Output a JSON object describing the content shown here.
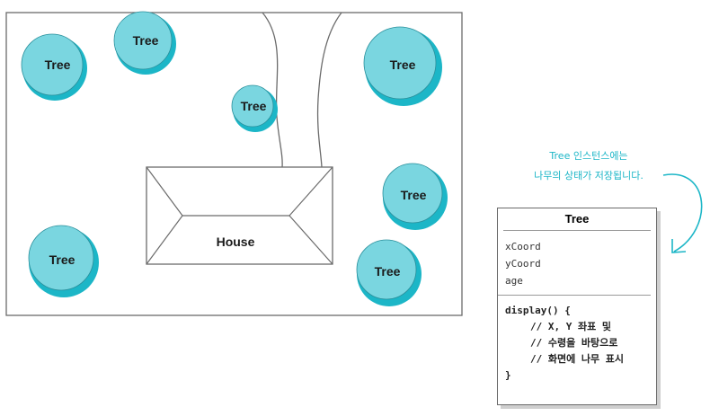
{
  "scene": {
    "trees": [
      {
        "label": "Tree"
      },
      {
        "label": "Tree"
      },
      {
        "label": "Tree"
      },
      {
        "label": "Tree"
      },
      {
        "label": "Tree"
      },
      {
        "label": "Tree"
      },
      {
        "label": "Tree"
      }
    ],
    "house": {
      "label": "House"
    }
  },
  "annotation": {
    "line1": "Tree 인스턴스에는",
    "line2": "나무의 상태가 저장됩니다."
  },
  "class_box": {
    "name": "Tree",
    "fields": [
      "xCoord",
      "yCoord",
      "age"
    ],
    "method_lines": [
      "display() {",
      "// X, Y 좌표 및",
      "// 수령을 바탕으로",
      "// 화면에 나무 표시",
      "}"
    ]
  },
  "colors": {
    "tree_fill": "#7ad6e0",
    "tree_stroke": "#1cb6c7",
    "annotation": "#1cb6c7",
    "outline": "#6b6b6b"
  }
}
